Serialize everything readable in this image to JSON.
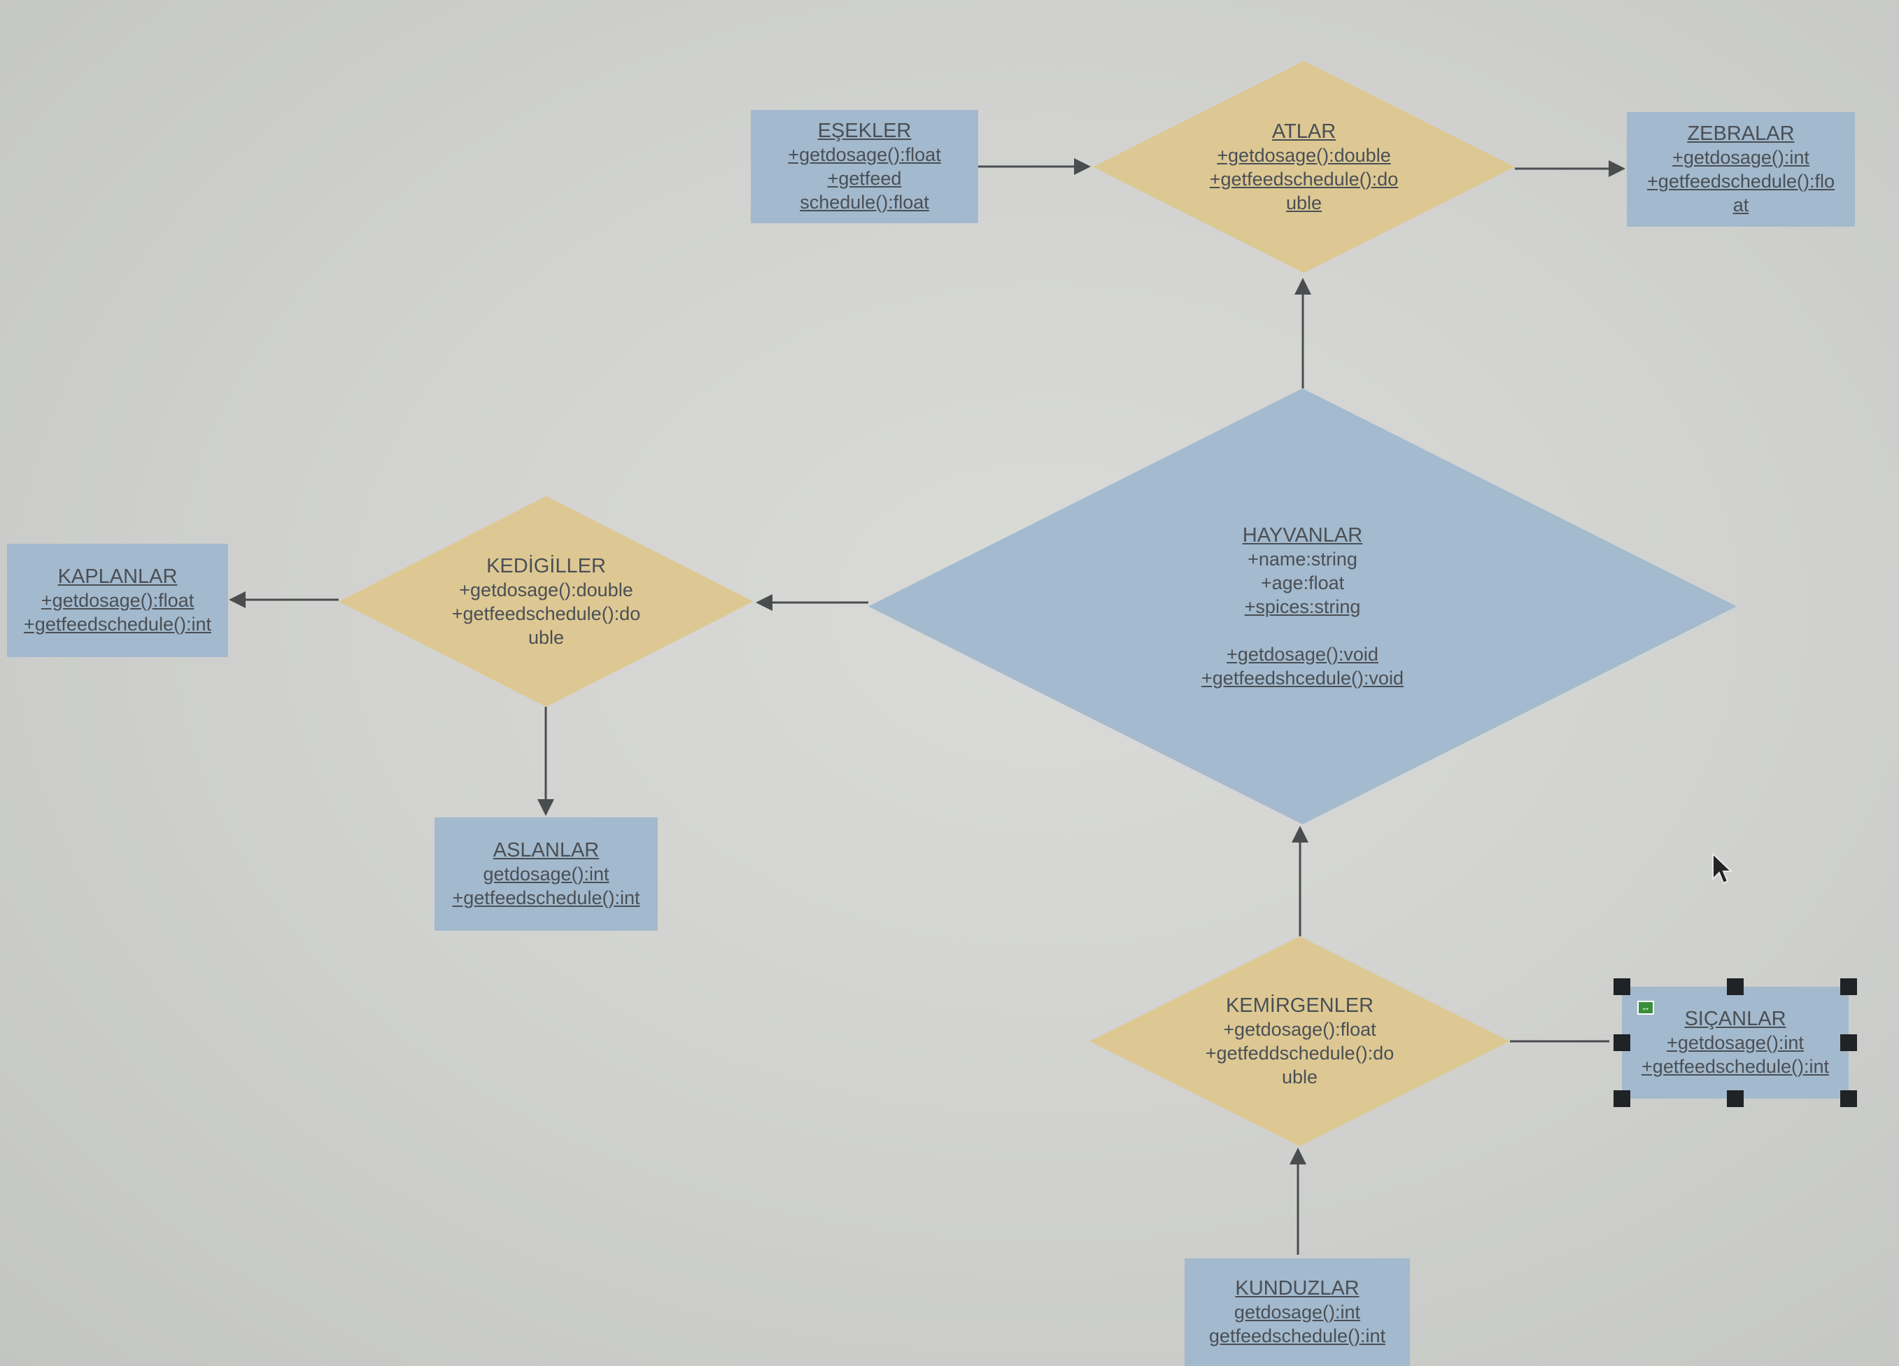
{
  "nodes": {
    "esekler": {
      "title": "EŞEKLER",
      "lines": [
        "+getdosage():float",
        "+getfeed",
        "schedule():float"
      ]
    },
    "atlar": {
      "title": "ATLAR",
      "lines": [
        "+getdosage():double",
        "+getfeedschedule():do",
        "uble"
      ]
    },
    "zebralar": {
      "title": "ZEBRALAR",
      "lines": [
        "+getdosage():int",
        "+getfeedschedule():flo",
        "at"
      ]
    },
    "hayvanlar": {
      "title": "HAYVANLAR",
      "attributes": [
        "+name:string",
        "+age:float",
        "+spices:string"
      ],
      "methods": [
        "+getdosage():void",
        "+getfeedshcedule():void"
      ]
    },
    "kedigiller": {
      "title": "KEDİGİLLER",
      "lines": [
        "+getdosage():double",
        "+getfeedschedule():do",
        "uble"
      ]
    },
    "kaplanlar": {
      "title": "KAPLANLAR",
      "lines": [
        "+getdosage():float",
        "+getfeedschedule():int"
      ]
    },
    "aslanlar": {
      "title": "ASLANLAR",
      "lines": [
        "getdosage():int",
        "+getfeedschedule():int"
      ]
    },
    "kemirgenler": {
      "title": "KEMİRGENLER",
      "lines": [
        "+getdosage():float",
        "+getfeddschedule():do",
        "uble"
      ]
    },
    "sicanlar": {
      "title": "SIÇANLAR",
      "lines": [
        "+getdosage():int",
        "+getfeedschedule():int"
      ]
    },
    "kunduzlar": {
      "title": "KUNDUZLAR",
      "lines": [
        "getdosage():int",
        "getfeedschedule():int"
      ]
    }
  },
  "colors": {
    "background": "#d2d3d0",
    "class_box": "#a3b9cd",
    "abstract_diamond": "#ddc894",
    "root_diamond": "#a4bace",
    "connector": "#4a4d50",
    "text": "#4a4f55",
    "selection_handle": "#1f2326"
  },
  "selection": {
    "selected_node": "sicanlar",
    "icon": "resize-handle-icon"
  }
}
